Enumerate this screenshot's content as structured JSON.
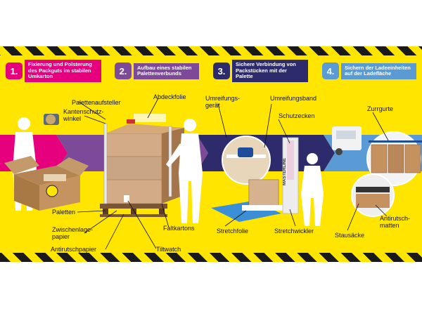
{
  "steps": [
    {
      "num": "1.",
      "text": "Fixierung und Polsterung des Packguts im stabilen Umkarton",
      "color": "#e6007e"
    },
    {
      "num": "2.",
      "text": "Aufbau eines stabilen Palettenverbunds",
      "color": "#7c4a98"
    },
    {
      "num": "3.",
      "text": "Sichere Verbindung von Packstücken mit der Palette",
      "color": "#2d2b6b"
    },
    {
      "num": "4.",
      "text": "Sichern der Ladeeinheiten auf der Ladefläche",
      "color": "#5b9bd5"
    }
  ],
  "labels": {
    "palettenaufsteller": "Palettenaufsteller",
    "kantenschutzwinkel": "Kantenschutz-winkel",
    "abdeckfolie": "Abdeckfolie",
    "umreifungsgeraet": "Umreifungs-gerät",
    "umreifungsband": "Umreifungsband",
    "schutzecken": "Schutzecken",
    "zurrgurte": "Zurrgurte",
    "paletten": "Paletten",
    "zwischenlagepapier": "Zwischenlage-papier",
    "antirutschpapier": "Antirutschpapier",
    "faltkartons": "Faltkartons",
    "tiltwatch": "Tiltwatch",
    "stretchfolie": "Stretchfolie",
    "stretchwickler": "Stretchwickler",
    "stausaecke": "Stausäcke",
    "antirutschmatten": "Antirutsch-matten"
  },
  "brand": {
    "machine_text": "MASTERLINE"
  },
  "colors": {
    "yellow": "#ffe500",
    "hazard_black": "#1a1a1a",
    "magenta": "#e6007e",
    "purple": "#7c4a98",
    "navy": "#2d2b6b",
    "blue": "#5b9bd5"
  }
}
